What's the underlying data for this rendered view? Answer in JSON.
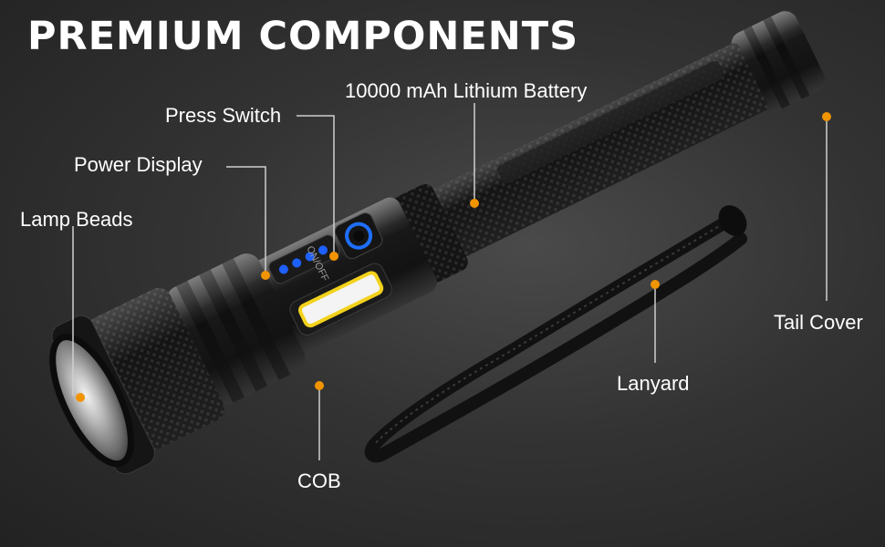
{
  "title": "PREMIUM COMPONENTS",
  "callouts": {
    "battery": "10000 mAh Lithium Battery",
    "press_switch": "Press Switch",
    "power_display": "Power Display",
    "lamp_beads": "Lamp Beads",
    "tail_cover": "Tail Cover",
    "lanyard": "Lanyard",
    "cob": "COB"
  },
  "switch_text": "ON/OFF",
  "colors": {
    "callout_dot": "#f29400",
    "callout_line": "#cfcfcf",
    "power_leds": "#1e5fff",
    "cob_light": "#f4f4f4",
    "cob_ring": "#f2d21c"
  }
}
